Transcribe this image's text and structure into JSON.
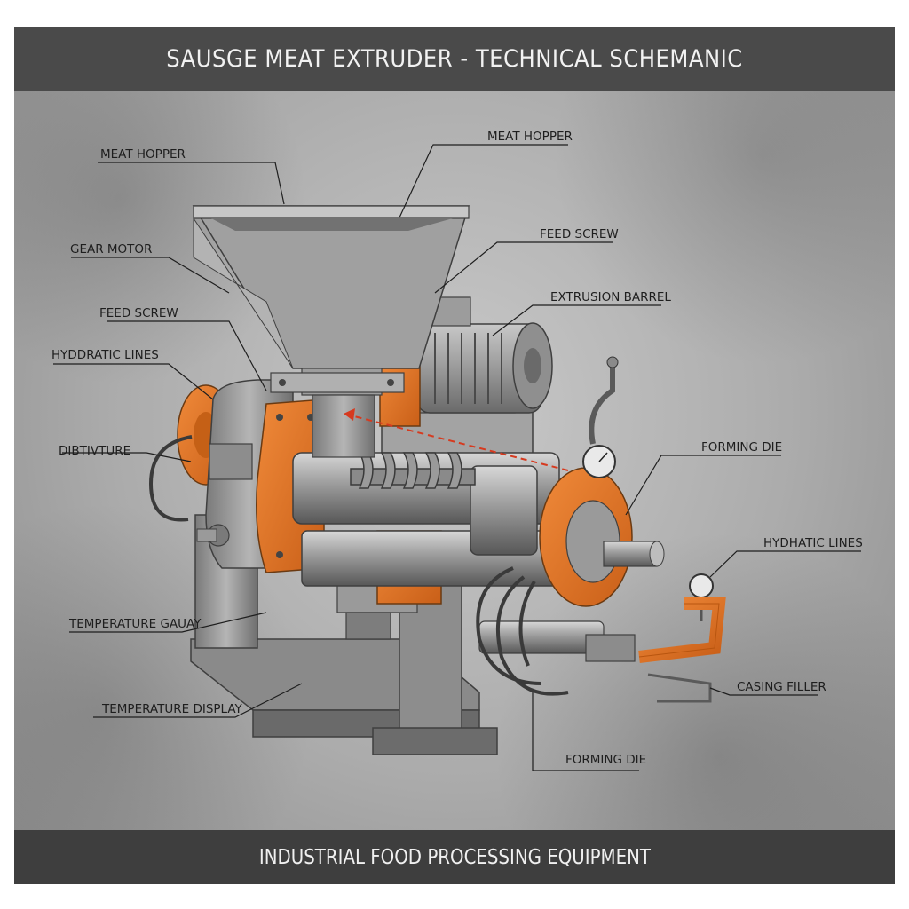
{
  "header": {
    "title": "SAUSGE MEAT EXTRUDER - TECHNICAL SCHEMANIC"
  },
  "footer": {
    "text": "INDUSTRIAL FOOD PROCESSING EQUIPMENT"
  },
  "labels": {
    "meat_hopper_left": "MEAT HOPPER",
    "meat_hopper_right": "MEAT HOPPER",
    "gear_motor": "GEAR MOTOR",
    "feed_screw_left": "FEED SCREW",
    "feed_screw_right": "FEED SCREW",
    "extrusion_barrel": "EXTRUSION BARREL",
    "hydraulic_lines_left": "HYDDRATIC LINES",
    "hydraulic_lines_right": "HYDHATIC LINES",
    "distributor": "DIBTIVTURE",
    "forming_die_right": "FORMING DIE",
    "forming_die_bottom": "FORMING DIE",
    "temperature_gauge": "TEMPERATURE GAUAY",
    "temperature_display": "TEMPERATURE DISPLAY",
    "casing_filler": "CASING FILLER"
  },
  "colors": {
    "steel": "#8c8c8c",
    "steel_dark": "#5f5f5f",
    "steel_light": "#b9b9b9",
    "accent_orange": "#e0772b",
    "header_bg": "#4a4a4a",
    "footer_bg": "#3e3e3e"
  }
}
